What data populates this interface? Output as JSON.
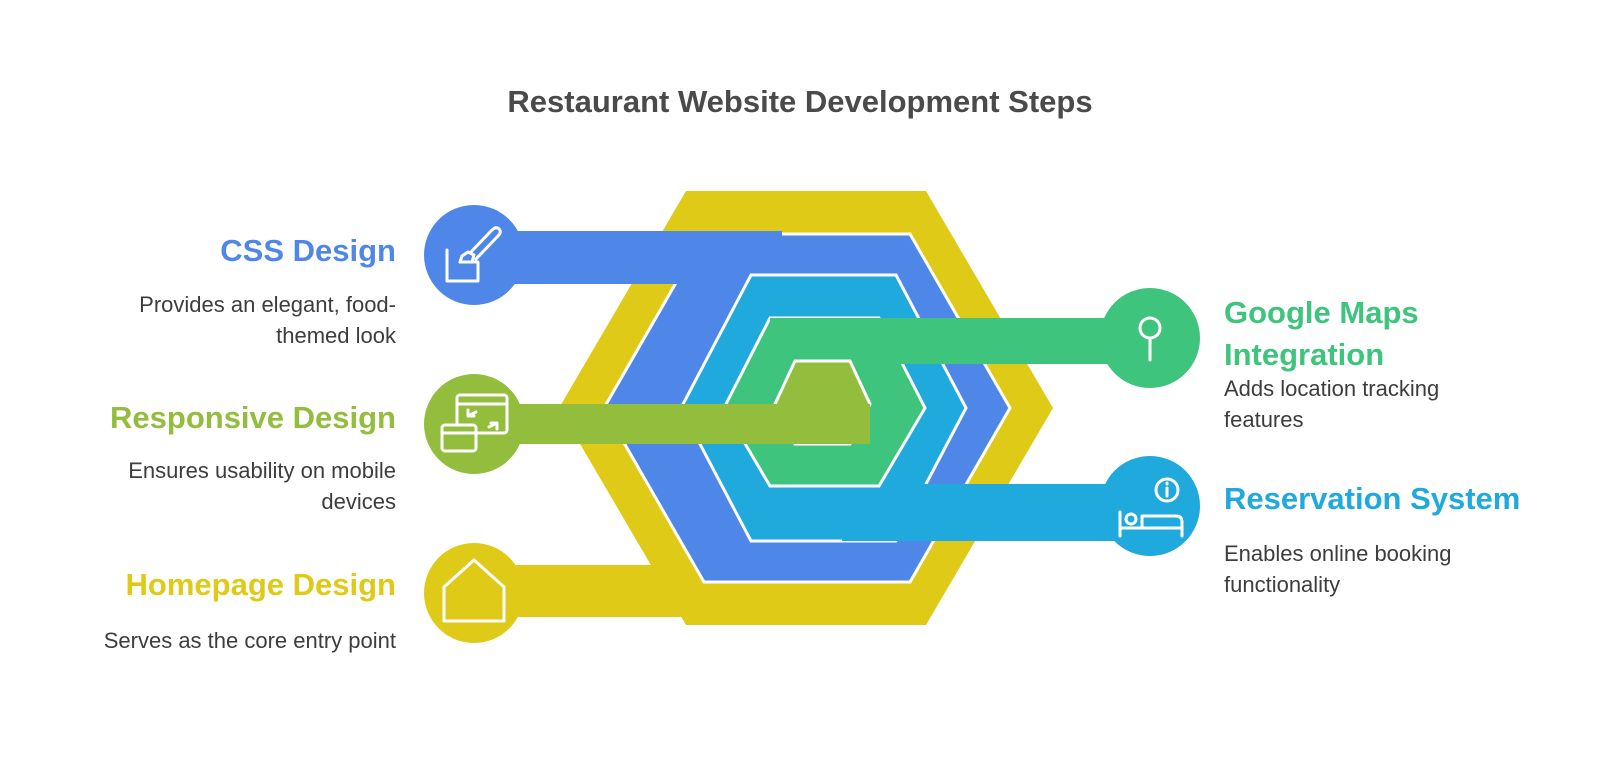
{
  "title": "Restaurant Website Development Steps",
  "colors": {
    "css": "#4f87e8",
    "responsive": "#93bd3c",
    "homepage": "#dfca18",
    "maps": "#3ec47c",
    "reservation": "#20a9dc",
    "title": "#4a4a4a",
    "text": "#3d3d3d"
  },
  "steps": [
    {
      "id": "css",
      "title": "CSS Design",
      "desc": "Provides an elegant, food-themed look",
      "icon": "paintbrush-icon",
      "side": "left"
    },
    {
      "id": "responsive",
      "title": "Responsive Design",
      "desc": "Ensures usability on mobile devices",
      "icon": "responsive-screens-icon",
      "side": "left"
    },
    {
      "id": "homepage",
      "title": "Homepage Design",
      "desc": "Serves as the core entry point",
      "icon": "house-icon",
      "side": "left"
    },
    {
      "id": "maps",
      "title": "Google Maps Integration",
      "desc": "Adds location tracking features",
      "icon": "map-pin-icon",
      "side": "right"
    },
    {
      "id": "reservation",
      "title": "Reservation System",
      "desc": "Enables online booking functionality",
      "icon": "bed-info-icon",
      "side": "right"
    }
  ]
}
